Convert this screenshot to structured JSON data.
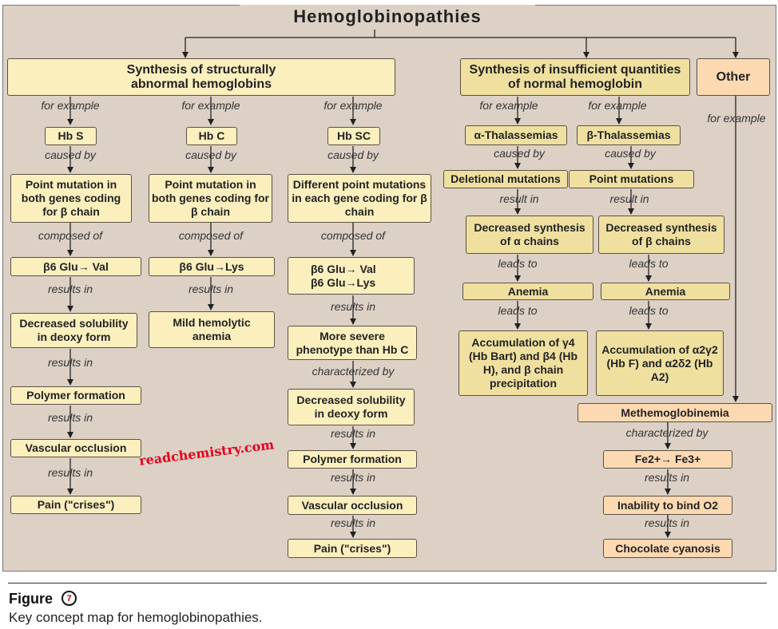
{
  "title": "Hemoglobinopathies",
  "categories": {
    "structural": "Synthesis of structurally abnormal hemoglobins",
    "insufficient": "Synthesis of insufficient quantities of normal hemoglobin",
    "other": "Other"
  },
  "links": {
    "for_example": "for example",
    "caused_by": "caused by",
    "composed_of": "composed of",
    "results_in": "results in",
    "result_in": "result in",
    "leads_to": "leads to",
    "characterized_by": "characterized by"
  },
  "hbs": {
    "name": "Hb S",
    "cause": "Point mutation in both genes coding for β chain",
    "composition": "β6 Glu→ Val",
    "effect1": "Decreased solubility in deoxy form",
    "effect2": "Polymer formation",
    "effect3": "Vascular occlusion",
    "effect4": "Pain (\"crises\")"
  },
  "hbc": {
    "name": "Hb C",
    "cause": "Point mutation in both genes coding for β chain",
    "composition": "β6 Glu→Lys",
    "effect1": "Mild hemolytic anemia"
  },
  "hbsc": {
    "name": "Hb SC",
    "cause": "Different point mutations in each gene coding for β chain",
    "composition1": "β6 Glu→ Val",
    "composition2": "β6 Glu→Lys",
    "effect1": "More severe phenotype than Hb C",
    "effect2": "Decreased solubility in deoxy form",
    "effect3": "Polymer formation",
    "effect4": "Vascular occlusion",
    "effect5": "Pain (\"crises\")"
  },
  "alpha": {
    "name": "α-Thalassemias",
    "cause": "Deletional mutations",
    "result": "Decreased synthesis of α chains",
    "outcome": "Anemia",
    "outcome2": "Accumulation of γ4 (Hb Bart) and β4 (Hb H), and β chain precipitation"
  },
  "beta": {
    "name": "β-Thalassemias",
    "cause": "Point mutations",
    "result": "Decreased synthesis of β chains",
    "outcome": "Anemia",
    "outcome2": "Accumulation of α2γ2 (Hb F) and α2δ2 (Hb A2)"
  },
  "other": {
    "name": "Methemoglobinemia",
    "feature": "Fe2+→ Fe3+",
    "effect1": "Inability to bind O2",
    "effect2": "Chocolate cyanosis"
  },
  "watermark": "readchemistry.com",
  "figure": {
    "label": "Figure",
    "number": "7",
    "caption": "Key concept map for hemoglobinopathies."
  }
}
